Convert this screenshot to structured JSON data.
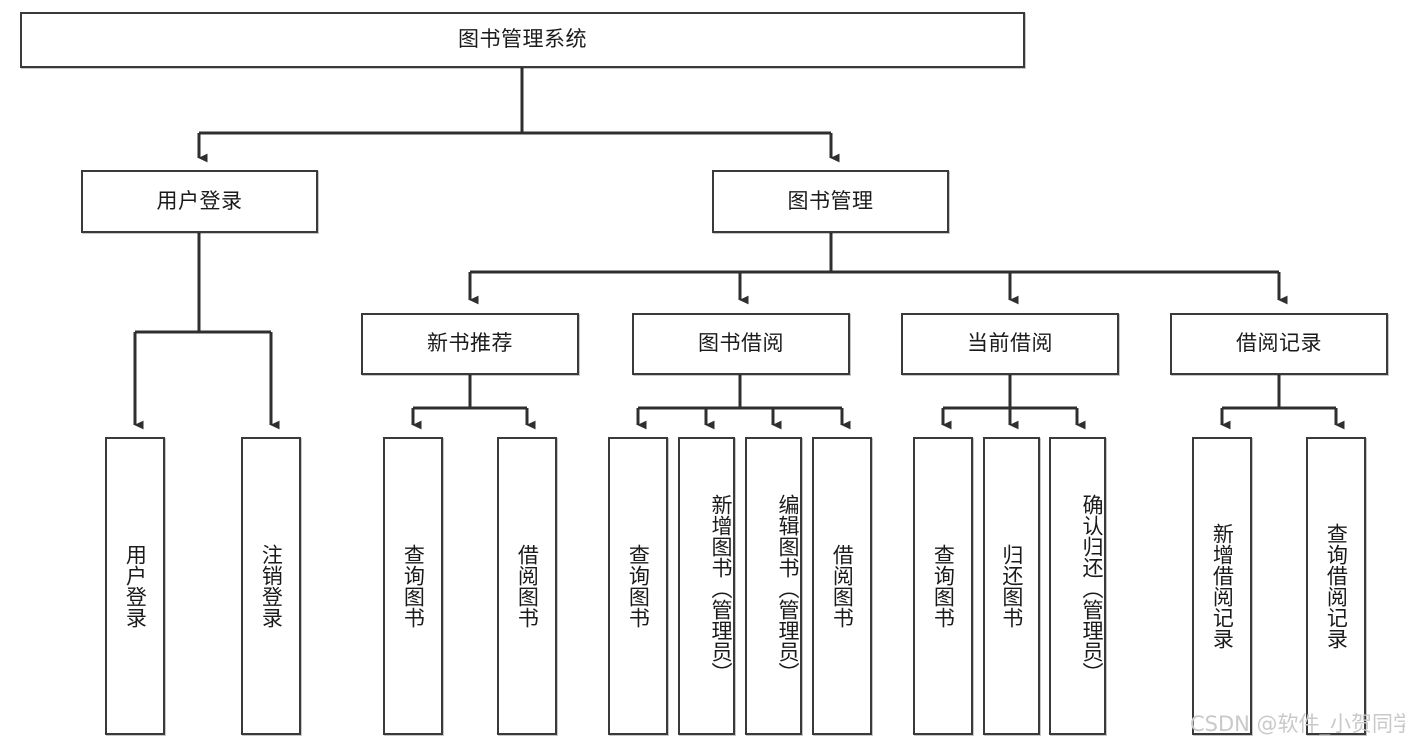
{
  "diagram": {
    "title": "图书管理系统",
    "type": "tree-hierarchy-functional-structure",
    "colors": {
      "box_stroke": "#3a3a3a",
      "box_fill": "#ffffff",
      "connector": "#2f2f2f",
      "text": "#1b1b1b",
      "watermark": "#c9c9c9",
      "background": "#ffffff"
    },
    "root": {
      "label": "图书管理系统",
      "orientation": "horizontal"
    },
    "level2": [
      {
        "label": "用户登录",
        "orientation": "horizontal"
      },
      {
        "label": "图书管理",
        "orientation": "horizontal"
      }
    ],
    "level3": [
      {
        "label": "新书推荐",
        "orientation": "horizontal"
      },
      {
        "label": "图书借阅",
        "orientation": "horizontal"
      },
      {
        "label": "当前借阅",
        "orientation": "horizontal"
      },
      {
        "label": "借阅记录",
        "orientation": "horizontal"
      }
    ],
    "leaves": {
      "user_login": [
        {
          "label": "用户登录",
          "orientation": "vertical"
        },
        {
          "label": "注销登录",
          "orientation": "vertical"
        }
      ],
      "new_book_recommend": [
        {
          "label": "查询图书",
          "orientation": "vertical"
        },
        {
          "label": "借阅图书",
          "orientation": "vertical"
        }
      ],
      "book_borrow": [
        {
          "label": "查询图书",
          "orientation": "vertical"
        },
        {
          "label": "新增图书（管理员）",
          "orientation": "vertical"
        },
        {
          "label": "编辑图书（管理员）",
          "orientation": "vertical"
        },
        {
          "label": "借阅图书",
          "orientation": "vertical"
        }
      ],
      "current_borrow": [
        {
          "label": "查询图书",
          "orientation": "vertical"
        },
        {
          "label": "归还图书",
          "orientation": "vertical"
        },
        {
          "label": "确认归还（管理员）",
          "orientation": "vertical"
        }
      ],
      "borrow_record": [
        {
          "label": "新增借阅记录",
          "orientation": "vertical"
        },
        {
          "label": "查询借阅记录",
          "orientation": "vertical"
        }
      ]
    }
  },
  "watermark": {
    "text": "CSDN @软件_小贺同学"
  }
}
